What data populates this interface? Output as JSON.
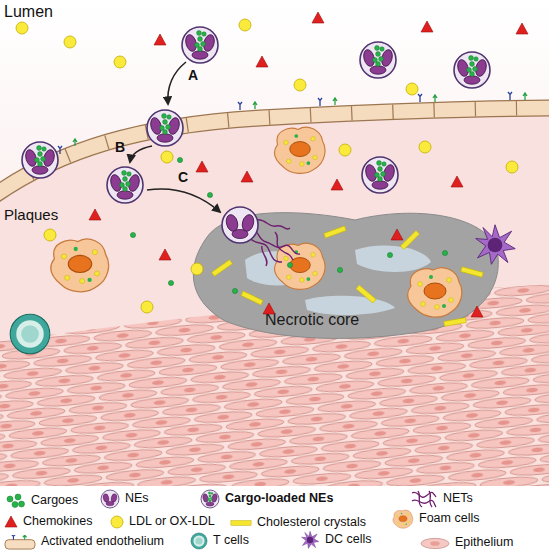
{
  "diagram": {
    "nodes": [
      {
        "text": [
          "Necrotic core"
        ]
      }
    ],
    "labels": [
      "Lumen",
      "A",
      "B",
      "C",
      "Plaques"
    ],
    "legend": [
      {
        "text": "Cargoes"
      },
      {
        "text": "NEs"
      },
      {
        "text": "Cargo-loaded NEs"
      },
      {
        "text": "NETs"
      },
      {
        "text": "Chemokines"
      },
      {
        "text": "LDL or OX-LDL"
      },
      {
        "text": "Cholesterol crystals"
      },
      {
        "text": "Foam cells"
      },
      {
        "text": "Activated endothelium"
      },
      {
        "text": "T cells"
      },
      {
        "text": "DC cells"
      },
      {
        "text": "Epithelium"
      }
    ]
  }
}
